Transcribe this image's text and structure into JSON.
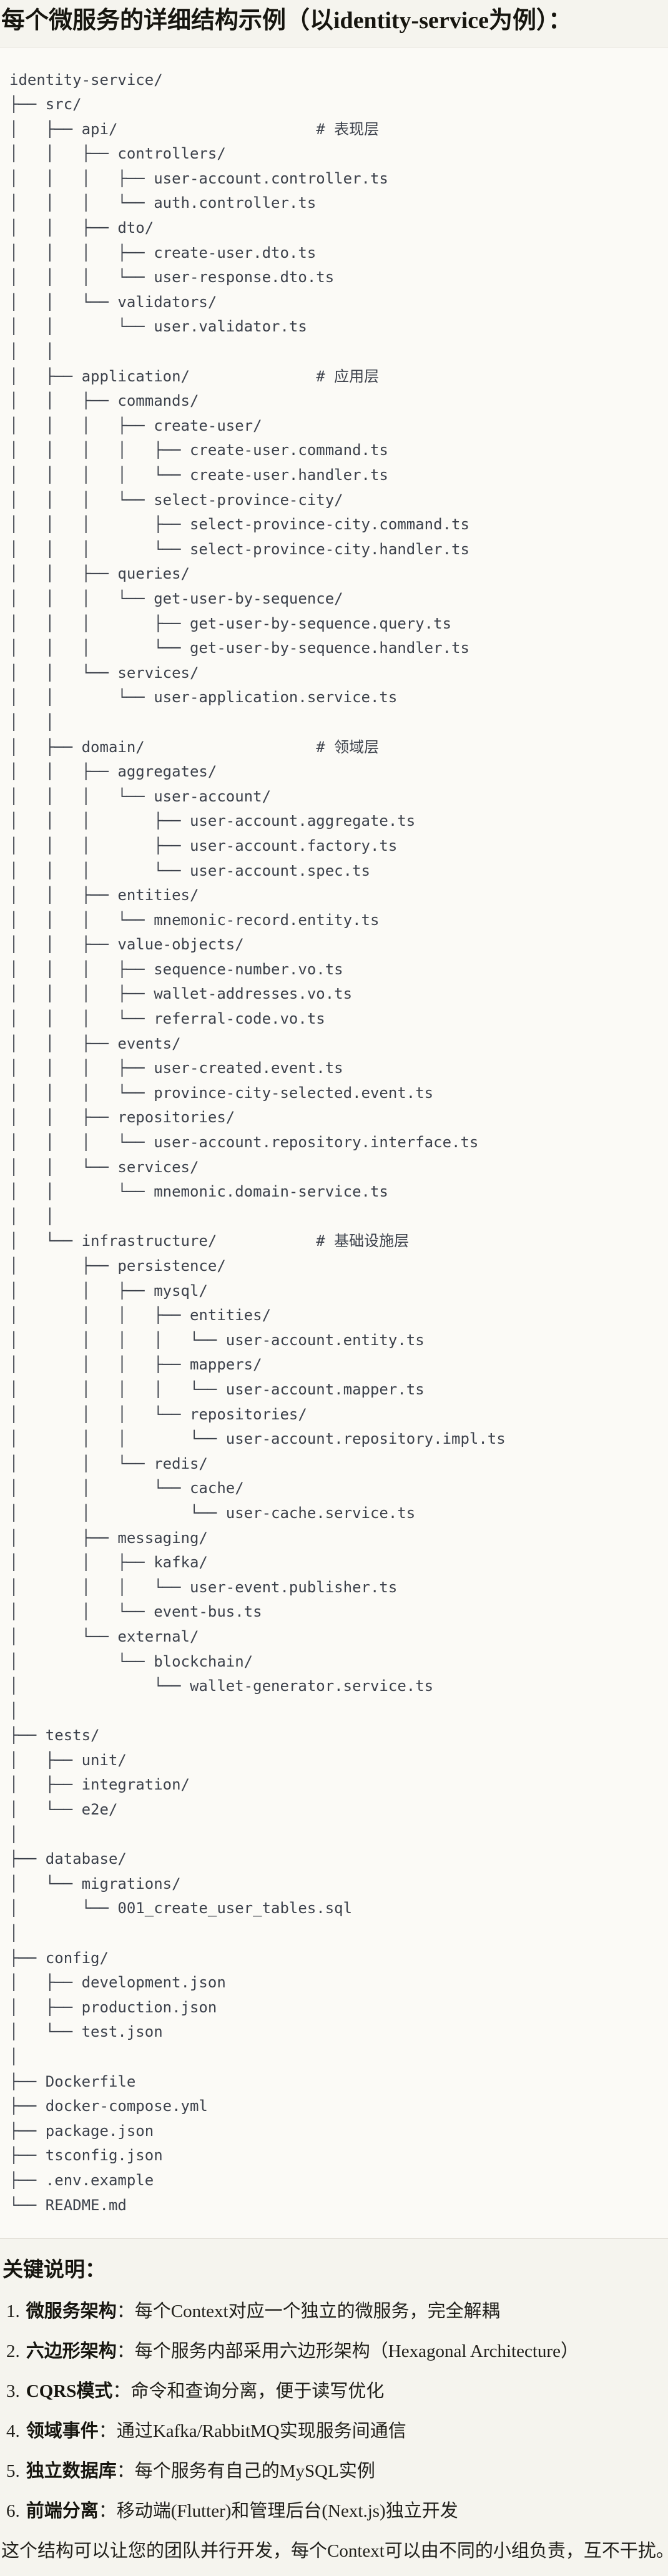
{
  "page": {
    "title": "每个微服务的详细结构示例（以identity-service为例）：",
    "notes_heading": "关键说明：",
    "closing": "这个结构可以让您的团队并行开发，每个Context可以由不同的小组负责，互不干扰。"
  },
  "colors": {
    "page_bg": "#f5f4ee",
    "code_block_bg": "#fbfaf6",
    "code_block_border": "#dfdcd3",
    "tree_text": "#3c414b",
    "heading_text": "#16150f",
    "body_text": "#21201b"
  },
  "tree": {
    "root": "identity-service/",
    "layer_comments": [
      "# 表现层",
      "# 应用层",
      "# 领域层",
      "# 基础设施层"
    ],
    "lines": [
      "identity-service/",
      "├── src/",
      "│   ├── api/                      # 表现层",
      "│   │   ├── controllers/",
      "│   │   │   ├── user-account.controller.ts",
      "│   │   │   └── auth.controller.ts",
      "│   │   ├── dto/",
      "│   │   │   ├── create-user.dto.ts",
      "│   │   │   └── user-response.dto.ts",
      "│   │   └── validators/",
      "│   │       └── user.validator.ts",
      "│   │",
      "│   ├── application/              # 应用层",
      "│   │   ├── commands/",
      "│   │   │   ├── create-user/",
      "│   │   │   │   ├── create-user.command.ts",
      "│   │   │   │   └── create-user.handler.ts",
      "│   │   │   └── select-province-city/",
      "│   │   │       ├── select-province-city.command.ts",
      "│   │   │       └── select-province-city.handler.ts",
      "│   │   ├── queries/",
      "│   │   │   └── get-user-by-sequence/",
      "│   │   │       ├── get-user-by-sequence.query.ts",
      "│   │   │       └── get-user-by-sequence.handler.ts",
      "│   │   └── services/",
      "│   │       └── user-application.service.ts",
      "│   │",
      "│   ├── domain/                   # 领域层",
      "│   │   ├── aggregates/",
      "│   │   │   └── user-account/",
      "│   │   │       ├── user-account.aggregate.ts",
      "│   │   │       ├── user-account.factory.ts",
      "│   │   │       └── user-account.spec.ts",
      "│   │   ├── entities/",
      "│   │   │   └── mnemonic-record.entity.ts",
      "│   │   ├── value-objects/",
      "│   │   │   ├── sequence-number.vo.ts",
      "│   │   │   ├── wallet-addresses.vo.ts",
      "│   │   │   └── referral-code.vo.ts",
      "│   │   ├── events/",
      "│   │   │   ├── user-created.event.ts",
      "│   │   │   └── province-city-selected.event.ts",
      "│   │   ├── repositories/",
      "│   │   │   └── user-account.repository.interface.ts",
      "│   │   └── services/",
      "│   │       └── mnemonic.domain-service.ts",
      "│   │",
      "│   └── infrastructure/           # 基础设施层",
      "│       ├── persistence/",
      "│       │   ├── mysql/",
      "│       │   │   ├── entities/",
      "│       │   │   │   └── user-account.entity.ts",
      "│       │   │   ├── mappers/",
      "│       │   │   │   └── user-account.mapper.ts",
      "│       │   │   └── repositories/",
      "│       │   │       └── user-account.repository.impl.ts",
      "│       │   └── redis/",
      "│       │       └── cache/",
      "│       │           └── user-cache.service.ts",
      "│       ├── messaging/",
      "│       │   ├── kafka/",
      "│       │   │   └── user-event.publisher.ts",
      "│       │   └── event-bus.ts",
      "│       └── external/",
      "│           └── blockchain/",
      "│               └── wallet-generator.service.ts",
      "│",
      "├── tests/",
      "│   ├── unit/",
      "│   ├── integration/",
      "│   └── e2e/",
      "│",
      "├── database/",
      "│   └── migrations/",
      "│       └── 001_create_user_tables.sql",
      "│",
      "├── config/",
      "│   ├── development.json",
      "│   ├── production.json",
      "│   └── test.json",
      "│",
      "├── Dockerfile",
      "├── docker-compose.yml",
      "├── package.json",
      "├── tsconfig.json",
      "├── .env.example",
      "└── README.md"
    ]
  },
  "notes": [
    {
      "num": "1.",
      "term": "微服务架构",
      "text": "：每个Context对应一个独立的微服务，完全解耦"
    },
    {
      "num": "2.",
      "term": "六边形架构",
      "text": "：每个服务内部采用六边形架构（Hexagonal Architecture）"
    },
    {
      "num": "3.",
      "term": "CQRS模式",
      "text": "：命令和查询分离，便于读写优化"
    },
    {
      "num": "4.",
      "term": "领域事件",
      "text": "：通过Kafka/RabbitMQ实现服务间通信"
    },
    {
      "num": "5.",
      "term": "独立数据库",
      "text": "：每个服务有自己的MySQL实例"
    },
    {
      "num": "6.",
      "term": "前端分离",
      "text": "：移动端(Flutter)和管理后台(Next.js)独立开发"
    }
  ]
}
